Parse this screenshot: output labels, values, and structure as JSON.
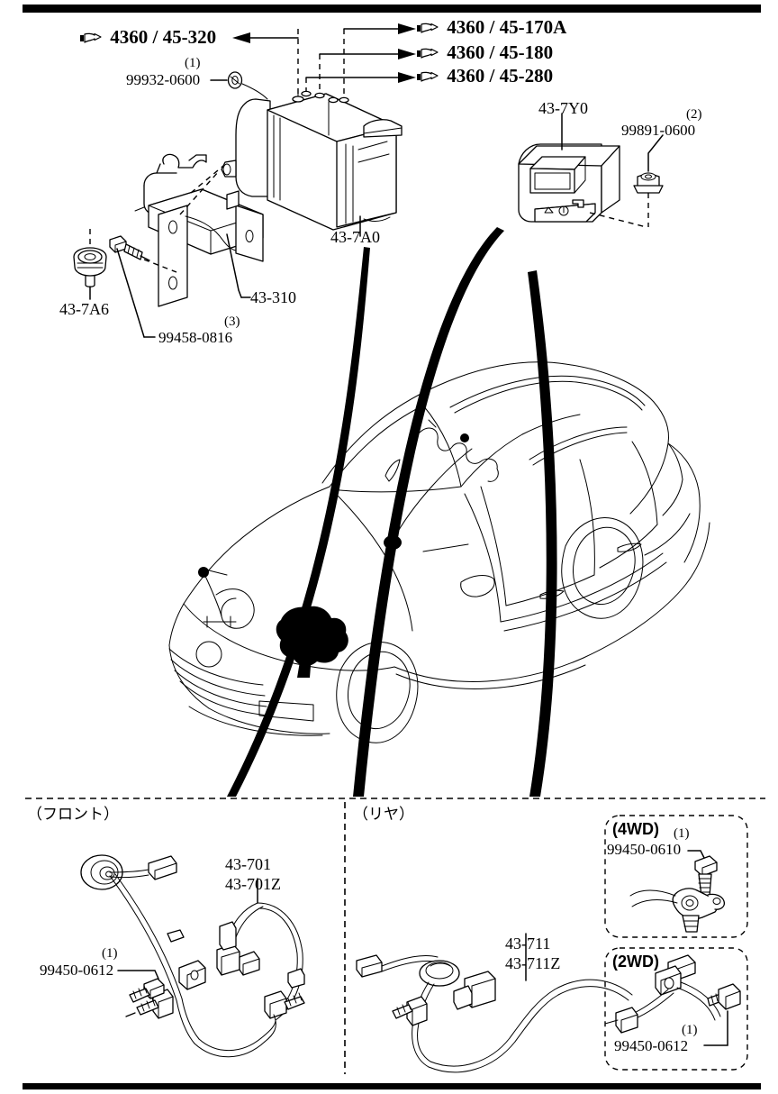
{
  "document": {
    "type": "automotive-parts-diagram",
    "subject": "ABS (Anti-lock Brake System) components",
    "vehicle_illustration": "suv-line-drawing"
  },
  "references": {
    "top_left": {
      "icon": "pointing-hand-icon",
      "group": "4360",
      "separator": "/",
      "item": "45-320",
      "text": "4360 / 45-320"
    },
    "top_right": [
      {
        "icon": "pointing-hand-icon",
        "group": "4360",
        "separator": "/",
        "item": "45-170A",
        "text": "4360 / 45-170A"
      },
      {
        "icon": "pointing-hand-icon",
        "group": "4360",
        "separator": "/",
        "item": "45-180",
        "text": "4360 / 45-180"
      },
      {
        "icon": "pointing-hand-icon",
        "group": "4360",
        "separator": "/",
        "item": "45-280",
        "text": "4360 / 45-280"
      }
    ]
  },
  "main_parts": [
    {
      "id": "p-99932-0600",
      "number": "99932-0600",
      "qty": "(1)",
      "name": "o-ring"
    },
    {
      "id": "p-43-7A0",
      "number": "43-7A0",
      "qty": "",
      "name": "abs-hydraulic-unit"
    },
    {
      "id": "p-43-310",
      "number": "43-310",
      "qty": "",
      "name": "mounting-bracket"
    },
    {
      "id": "p-43-7A6",
      "number": "43-7A6",
      "qty": "",
      "name": "rubber-mount"
    },
    {
      "id": "p-99458-0816",
      "number": "99458-0816",
      "qty": "(3)",
      "name": "bolt"
    },
    {
      "id": "p-43-7Y0",
      "number": "43-7Y0",
      "qty": "",
      "name": "control-module"
    },
    {
      "id": "p-99891-0600",
      "number": "99891-0600",
      "qty": "(2)",
      "name": "nut"
    }
  ],
  "panels": {
    "front": {
      "title": "（フロント）",
      "title_label": "front",
      "parts": [
        {
          "number": "43-701",
          "qty": "",
          "name": "front-abs-sensor"
        },
        {
          "number": "43-701Z",
          "qty": "",
          "name": "front-abs-sensor-alt"
        },
        {
          "number": "99450-0612",
          "qty": "(1)",
          "name": "bolt"
        }
      ]
    },
    "rear": {
      "title": "（リヤ）",
      "title_label": "rear",
      "parts": [
        {
          "number": "43-711",
          "qty": "",
          "name": "rear-abs-sensor"
        },
        {
          "number": "43-711Z",
          "qty": "",
          "name": "rear-abs-sensor-alt"
        }
      ],
      "insets": [
        {
          "label": "(4WD)",
          "drive_type": "4WD",
          "parts": [
            {
              "number": "99450-0610",
              "qty": "(1)",
              "name": "bolt"
            }
          ]
        },
        {
          "label": "(2WD)",
          "drive_type": "2WD",
          "parts": [
            {
              "number": "99450-0612",
              "qty": "(1)",
              "name": "bolt"
            }
          ]
        }
      ]
    }
  },
  "colors": {
    "ink": "#000000",
    "paper": "#ffffff"
  }
}
